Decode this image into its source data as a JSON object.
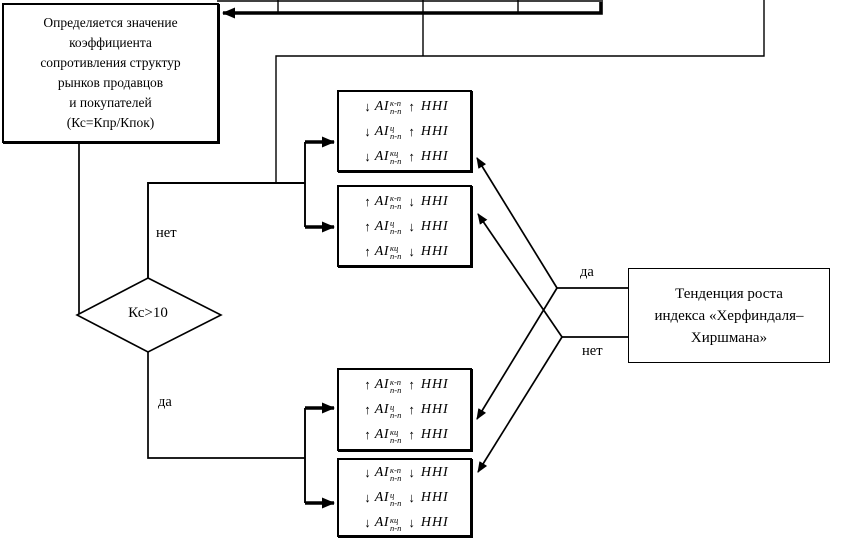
{
  "start_box": {
    "lines": [
      "Определяется значение",
      "коэффициента",
      "сопротивления структур",
      "рынков продавцов",
      "и покупателей",
      "(Кс=Кпр/Кпок)"
    ]
  },
  "decision": {
    "label": "Кс>10",
    "no_label": "нет",
    "yes_label": "да"
  },
  "hhi_box": {
    "lines": [
      "Тенденция роста",
      "индекса «Херфиндаля–",
      "Хиршмана»"
    ],
    "yes_label": "да",
    "no_label": "нет"
  },
  "formula_boxes": [
    {
      "name": "ai-down-hhi-up",
      "rows": [
        {
          "d1": "↓",
          "ai": "AI",
          "sup": "к-п",
          "sub": "п-п",
          "d2": "↑",
          "hhi": "HHI"
        },
        {
          "d1": "↓",
          "ai": "AI",
          "sup": "ц",
          "sub": "п-п",
          "d2": "↑",
          "hhi": "HHI"
        },
        {
          "d1": "↓",
          "ai": "AI",
          "sup": "кц",
          "sub": "п-п",
          "d2": "↑",
          "hhi": "HHI"
        }
      ]
    },
    {
      "name": "ai-up-hhi-down",
      "rows": [
        {
          "d1": "↑",
          "ai": "AI",
          "sup": "к-п",
          "sub": "п-п",
          "d2": "↓",
          "hhi": "HHI"
        },
        {
          "d1": "↑",
          "ai": "AI",
          "sup": "ц",
          "sub": "п-п",
          "d2": "↓",
          "hhi": "HHI"
        },
        {
          "d1": "↑",
          "ai": "AI",
          "sup": "кц",
          "sub": "п-п",
          "d2": "↓",
          "hhi": "HHI"
        }
      ]
    },
    {
      "name": "ai-up-hhi-up",
      "rows": [
        {
          "d1": "↑",
          "ai": "AI",
          "sup": "к-п",
          "sub": "п-п",
          "d2": "↑",
          "hhi": "HHI"
        },
        {
          "d1": "↑",
          "ai": "AI",
          "sup": "ц",
          "sub": "п-п",
          "d2": "↑",
          "hhi": "HHI"
        },
        {
          "d1": "↑",
          "ai": "AI",
          "sup": "кц",
          "sub": "п-п",
          "d2": "↑",
          "hhi": "HHI"
        }
      ]
    },
    {
      "name": "ai-down-hhi-down",
      "rows": [
        {
          "d1": "↓",
          "ai": "AI",
          "sup": "к-п",
          "sub": "п-п",
          "d2": "↓",
          "hhi": "HHI"
        },
        {
          "d1": "↓",
          "ai": "AI",
          "sup": "ц",
          "sub": "п-п",
          "d2": "↓",
          "hhi": "HHI"
        },
        {
          "d1": "↓",
          "ai": "AI",
          "sup": "кц",
          "sub": "п-п",
          "d2": "↓",
          "hhi": "HHI"
        }
      ]
    }
  ],
  "colors": {
    "line": "#000000",
    "background": "#ffffff"
  }
}
